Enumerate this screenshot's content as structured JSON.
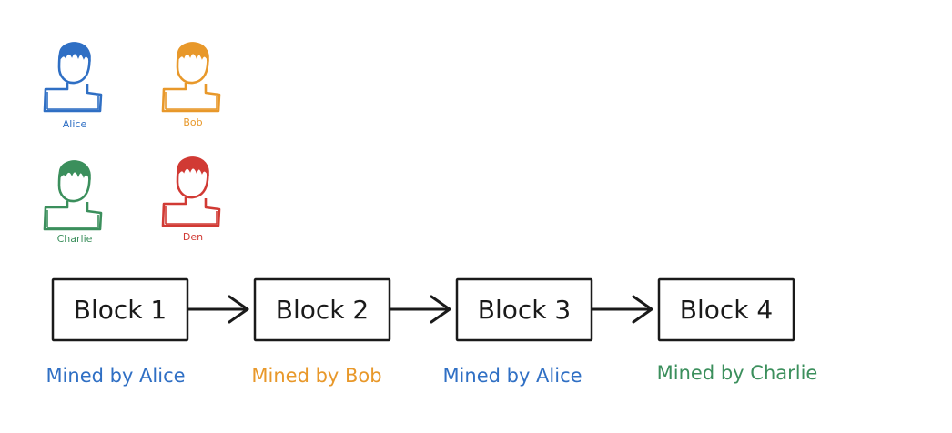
{
  "colors": {
    "alice": "#2f6fc4",
    "bob": "#e8982a",
    "charlie": "#3b8f5c",
    "den": "#d13a34",
    "ink": "#1a1a1a"
  },
  "users": [
    {
      "id": "alice",
      "name": "Alice",
      "color": "#2f6fc4",
      "icon": "person-icon"
    },
    {
      "id": "bob",
      "name": "Bob",
      "color": "#e8982a",
      "icon": "person-icon"
    },
    {
      "id": "charlie",
      "name": "Charlie",
      "color": "#3b8f5c",
      "icon": "person-icon"
    },
    {
      "id": "den",
      "name": "Den",
      "color": "#d13a34",
      "icon": "person-icon"
    }
  ],
  "blocks": [
    {
      "label": "Block 1",
      "miner_label": "Mined by Alice",
      "miner_color": "#2f6fc4"
    },
    {
      "label": "Block 2",
      "miner_label": "Mined by Bob",
      "miner_color": "#e8982a"
    },
    {
      "label": "Block 3",
      "miner_label": "Mined by Alice",
      "miner_color": "#2f6fc4"
    },
    {
      "label": "Block 4",
      "miner_label": "Mined by Charlie",
      "miner_color": "#3b8f5c"
    }
  ],
  "connector_icon": "arrow-right-icon"
}
